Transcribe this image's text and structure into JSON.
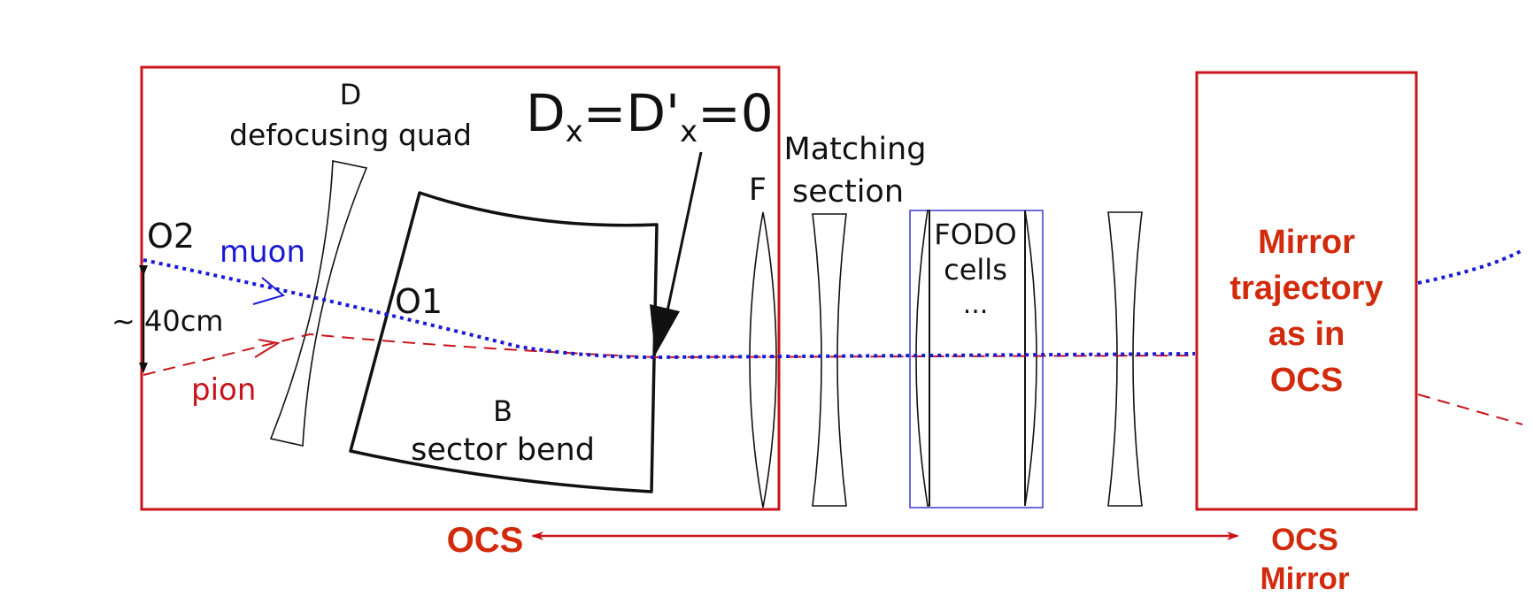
{
  "labels": {
    "d_letter": "D",
    "defocusing_quad": "defocusing quad",
    "dispersion_condition": "Dx=D'x=0",
    "matching_line1": "Matching",
    "matching_line2": "section",
    "f_letter": "F",
    "fodo_line1": "FODO",
    "fodo_line2": "cells",
    "fodo_line3": "...",
    "o2": "O2",
    "o1": "O1",
    "muon": "muon",
    "pion": "pion",
    "separation": "~ 40cm",
    "b_letter": "B",
    "sector_bend": "sector bend",
    "mirror_line1": "Mirror",
    "mirror_line2": "trajectory",
    "mirror_line3": "as in",
    "mirror_line4": "OCS",
    "ocs": "OCS",
    "ocs_mirror_line1": "OCS",
    "ocs_mirror_line2": "Mirror"
  },
  "colors": {
    "frame_red": "#c8141a",
    "muon_blue": "#1a1ad6",
    "pion_red": "#c8141a",
    "label_red": "#d22a0c",
    "fodo_box": "#3a3ad0",
    "ink": "#111111"
  }
}
